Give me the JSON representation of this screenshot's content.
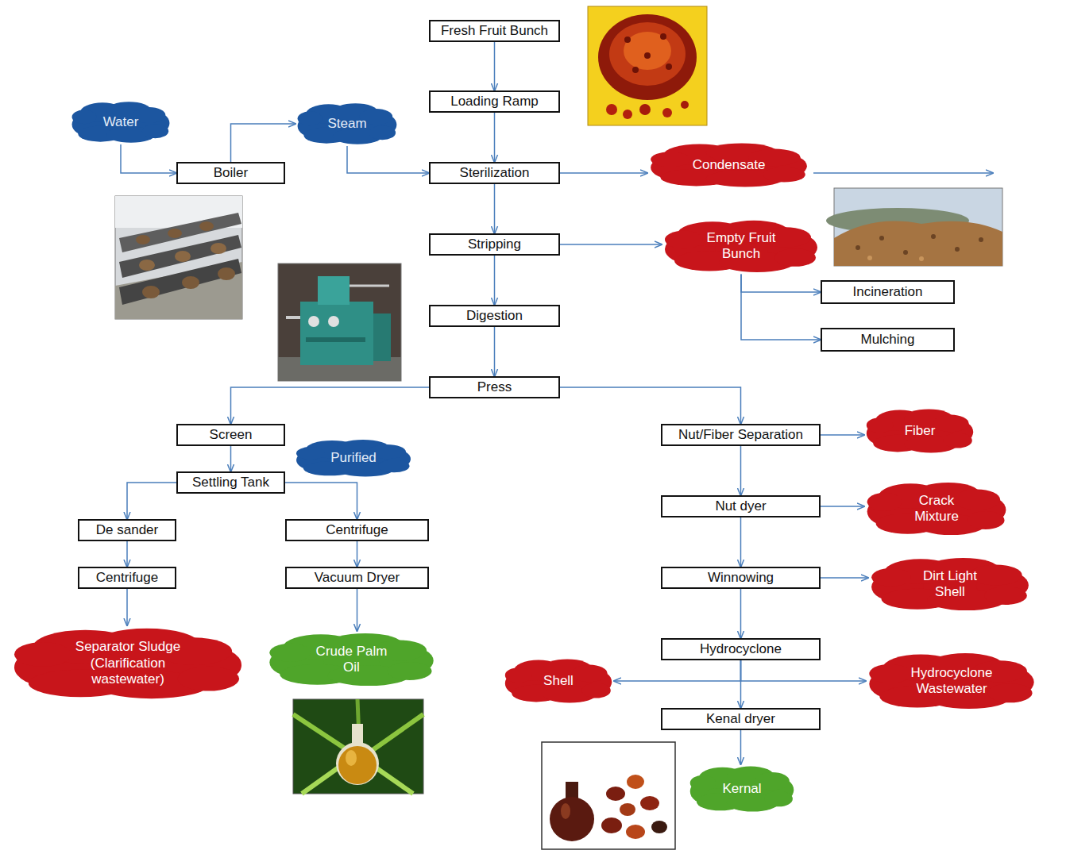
{
  "diagram": {
    "nodes": [
      {
        "text": [
          "Fresh Fruit Bunch"
        ]
      },
      {
        "text": [
          "Loading Ramp"
        ]
      },
      {
        "text": [
          "Water"
        ]
      },
      {
        "text": [
          "Steam"
        ]
      },
      {
        "text": [
          "Boiler"
        ]
      },
      {
        "text": [
          "Sterilization"
        ]
      },
      {
        "text": [
          "Condensate"
        ]
      },
      {
        "text": [
          "Stripping"
        ]
      },
      {
        "text": [
          "Empty Fruit Bunch"
        ]
      },
      {
        "text": [
          "Incineration"
        ]
      },
      {
        "text": [
          "Mulching"
        ]
      },
      {
        "text": [
          "Digestion"
        ]
      },
      {
        "text": [
          "Press"
        ]
      },
      {
        "text": [
          "Screen"
        ]
      },
      {
        "text": [
          "Purified"
        ]
      },
      {
        "text": [
          "Settling Tank"
        ]
      },
      {
        "text": [
          "Nut/Fiber Separation"
        ]
      },
      {
        "text": [
          "Fiber"
        ]
      },
      {
        "text": [
          "De sander"
        ]
      },
      {
        "text": [
          "Centrifuge"
        ]
      },
      {
        "text": [
          "Centrifuge"
        ]
      },
      {
        "text": [
          "Vacuum Dryer"
        ]
      },
      {
        "text": [
          "Nut dyer"
        ]
      },
      {
        "text": [
          "Crack Mixture"
        ]
      },
      {
        "text": [
          "Winnowing"
        ]
      },
      {
        "text": [
          "Dirt Light Shell"
        ]
      },
      {
        "text": [
          "Hydrocyclone"
        ]
      },
      {
        "text": [
          "Shell"
        ]
      },
      {
        "text": [
          "Hydrocyclone Wastewater"
        ]
      },
      {
        "text": [
          "Kenal dryer"
        ]
      },
      {
        "text": [
          "Separator Sludge (Clarification wastewater)"
        ]
      },
      {
        "text": [
          "Crude Palm Oil"
        ]
      },
      {
        "text": [
          "Kernal"
        ]
      }
    ],
    "edges": [
      {
        "from": 0,
        "to": 1,
        "arrow": "to"
      },
      {
        "from": 1,
        "to": 5,
        "arrow": "to"
      },
      {
        "from": 2,
        "to": 4,
        "arrow": "to"
      },
      {
        "from": 4,
        "to": 3,
        "arrow": "to"
      },
      {
        "from": 3,
        "to": 5,
        "arrow": "to"
      },
      {
        "from": 5,
        "to": 6,
        "arrow": "to"
      },
      {
        "from": 5,
        "to": 7,
        "arrow": "to"
      },
      {
        "from": 7,
        "to": 8,
        "arrow": "to"
      },
      {
        "from": 8,
        "to": 9,
        "arrow": "to"
      },
      {
        "from": 8,
        "to": 10,
        "arrow": "to"
      },
      {
        "from": 7,
        "to": 11,
        "arrow": "to"
      },
      {
        "from": 11,
        "to": 12,
        "arrow": "to"
      },
      {
        "from": 12,
        "to": 13,
        "arrow": "to"
      },
      {
        "from": 12,
        "to": 16,
        "arrow": "to"
      },
      {
        "from": 13,
        "to": 15,
        "arrow": "to"
      },
      {
        "from": 15,
        "to": 18,
        "arrow": "to"
      },
      {
        "from": 15,
        "to": 20,
        "arrow": "to"
      },
      {
        "from": 18,
        "to": 19,
        "arrow": "to"
      },
      {
        "from": 19,
        "to": 30,
        "arrow": "to"
      },
      {
        "from": 20,
        "to": 21,
        "arrow": "to"
      },
      {
        "from": 21,
        "to": 31,
        "arrow": "to"
      },
      {
        "from": 16,
        "to": 17,
        "arrow": "to"
      },
      {
        "from": 16,
        "to": 22,
        "arrow": "to"
      },
      {
        "from": 22,
        "to": 23,
        "arrow": "to"
      },
      {
        "from": 22,
        "to": 24,
        "arrow": "to"
      },
      {
        "from": 24,
        "to": 25,
        "arrow": "to"
      },
      {
        "from": 24,
        "to": 26,
        "arrow": "to"
      },
      {
        "from": 26,
        "to": 27,
        "arrow": "to"
      },
      {
        "from": 26,
        "to": 28,
        "arrow": "to"
      },
      {
        "from": 26,
        "to": 29,
        "arrow": "to"
      },
      {
        "from": 29,
        "to": 32,
        "arrow": "to"
      }
    ]
  }
}
